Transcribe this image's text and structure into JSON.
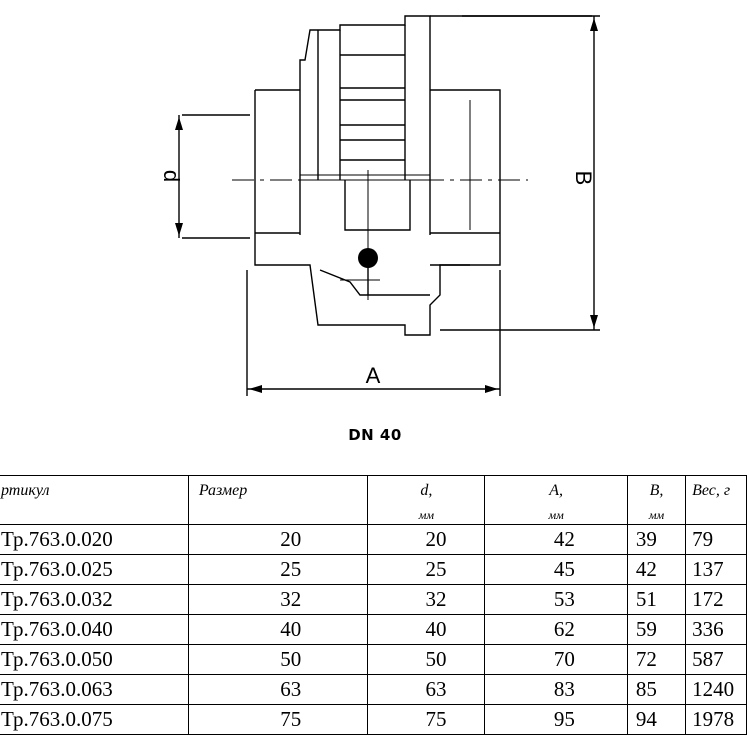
{
  "drawing": {
    "dim_d": "d",
    "dim_a": "A",
    "dim_b": "B"
  },
  "caption": "DN 40",
  "table": {
    "headers": [
      {
        "line1": "ртикул",
        "line2": ""
      },
      {
        "line1": "Размер",
        "line2": ""
      },
      {
        "line1": "d,",
        "line2": "мм"
      },
      {
        "line1": "A,",
        "line2": "мм"
      },
      {
        "line1": "B,",
        "line2": "мм"
      },
      {
        "line1": "Вес, г",
        "line2": ""
      }
    ],
    "rows": [
      [
        "Тр.763.0.020",
        "20",
        "20",
        "42",
        "39",
        "79"
      ],
      [
        "Тр.763.0.025",
        "25",
        "25",
        "45",
        "42",
        "137"
      ],
      [
        "Тр.763.0.032",
        "32",
        "32",
        "53",
        "51",
        "172"
      ],
      [
        "Тр.763.0.040",
        "40",
        "40",
        "62",
        "59",
        "336"
      ],
      [
        "Тр.763.0.050",
        "50",
        "50",
        "70",
        "72",
        "587"
      ],
      [
        "Тр.763.0.063",
        "63",
        "63",
        "83",
        "85",
        "1240"
      ],
      [
        "Тр.763.0.075",
        "75",
        "75",
        "95",
        "94",
        "1978"
      ]
    ]
  }
}
